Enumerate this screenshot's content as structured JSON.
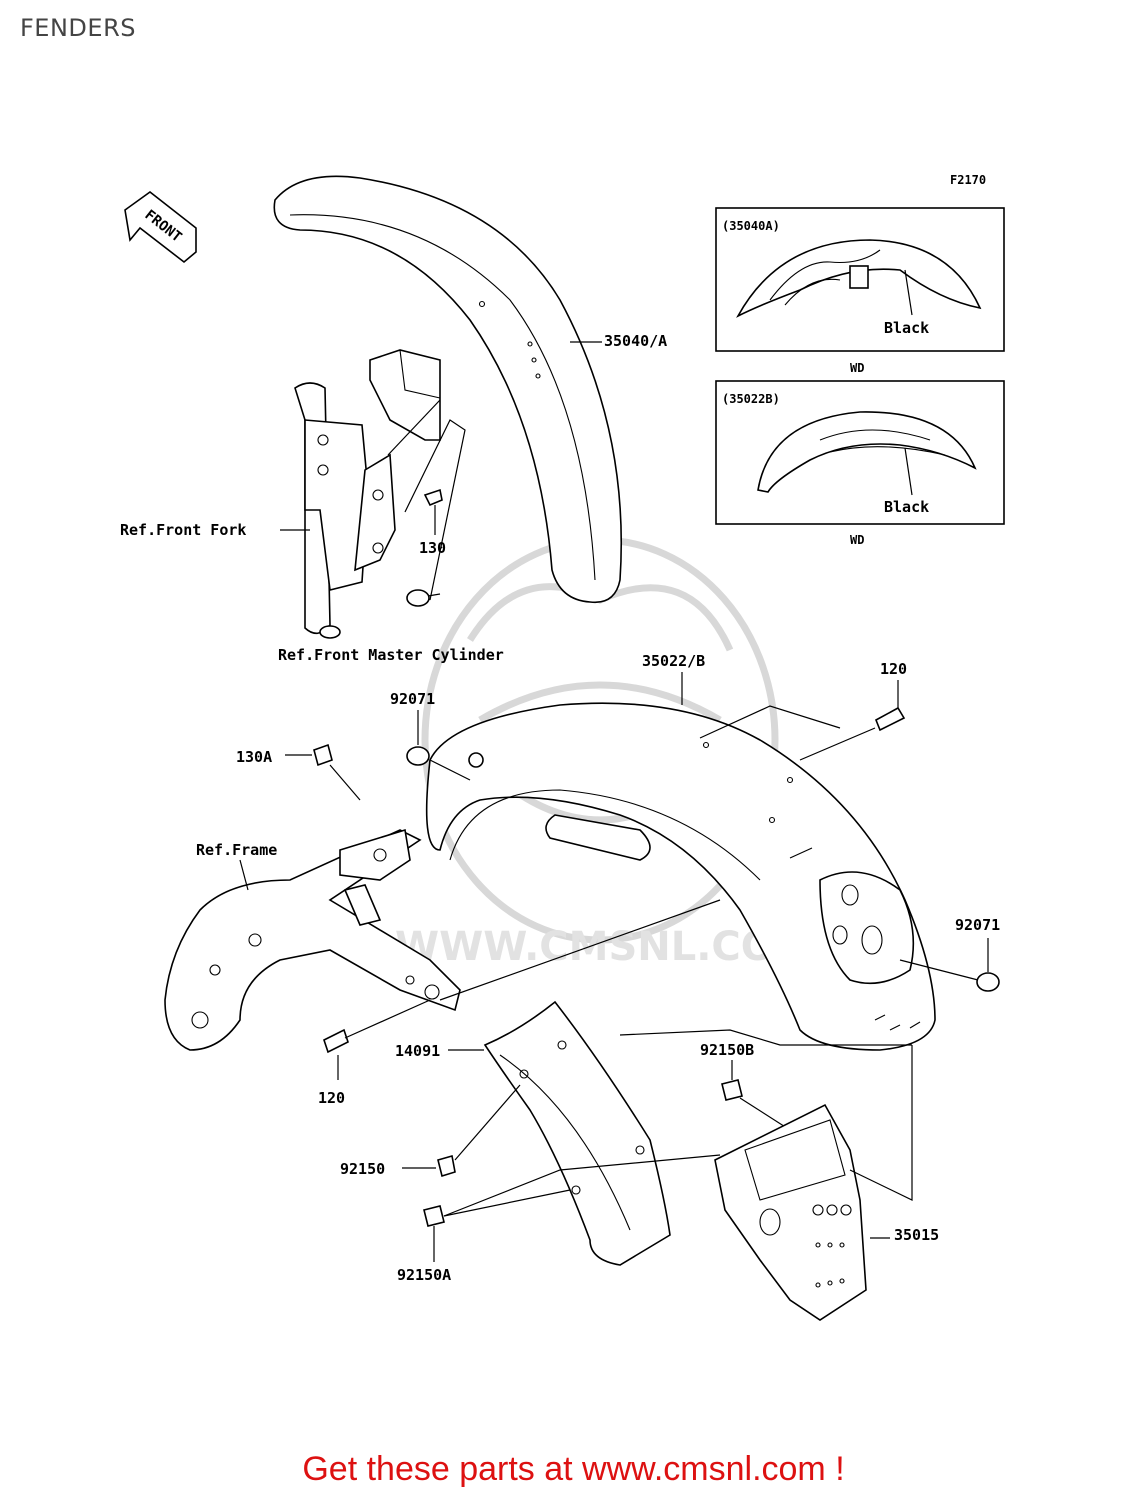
{
  "page": {
    "title": "FENDERS"
  },
  "diagram": {
    "code": "F2170",
    "front_arrow": "FRONT",
    "labels": {
      "front_fender": "35040/A",
      "rear_fender": "35022/B",
      "bolt_130": "130",
      "bolt_130a": "130A",
      "bolt_120_top": "120",
      "bolt_120_bottom": "120",
      "damper_top": "92071",
      "damper_right": "92071",
      "inner_fender": "14091",
      "bolt_92150": "92150",
      "bolt_92150a": "92150A",
      "bolt_92150b": "92150B",
      "license_bracket": "35015",
      "ref_front_fork": "Ref.Front Fork",
      "ref_master_cylinder": "Ref.Front Master Cylinder",
      "ref_frame": "Ref.Frame"
    },
    "insets": [
      {
        "code": "(35040A)",
        "color_label": "Black",
        "caption": "WD"
      },
      {
        "code": "(35022B)",
        "color_label": "Black",
        "caption": "WD"
      }
    ],
    "watermark": "WWW.CMSNL.COM"
  },
  "footer": {
    "text": "Get these parts at www.cmsnl.com !",
    "color": "#dd1111"
  }
}
